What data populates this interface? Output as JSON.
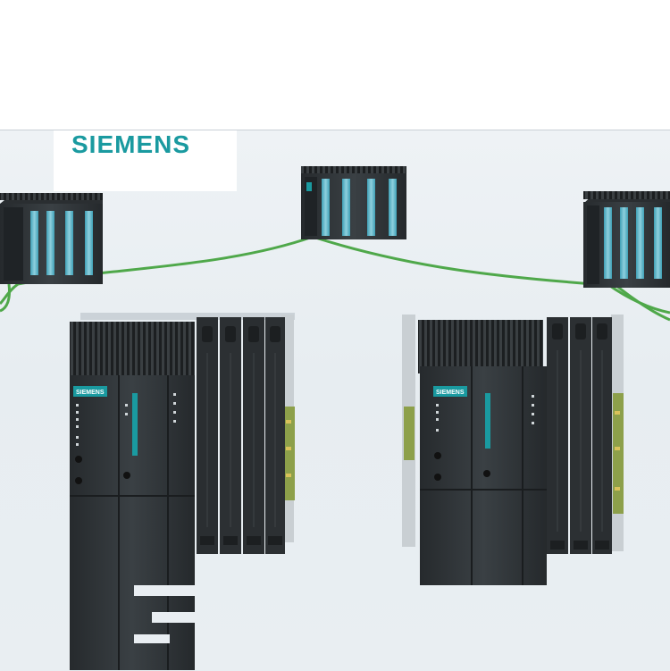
{
  "brand": {
    "logo_text": "SIEMENS",
    "module_badge": "SIEMENS",
    "teal": "#1a9aa0"
  },
  "colors": {
    "module_body": "#2f3437",
    "module_dark": "#1e2224",
    "cable": "#4fa84a",
    "io_strip": "#5fb4c6",
    "pcb": "#8da04a"
  },
  "icons": [
    "siemens-logo",
    "plc-rack",
    "network-cable"
  ]
}
